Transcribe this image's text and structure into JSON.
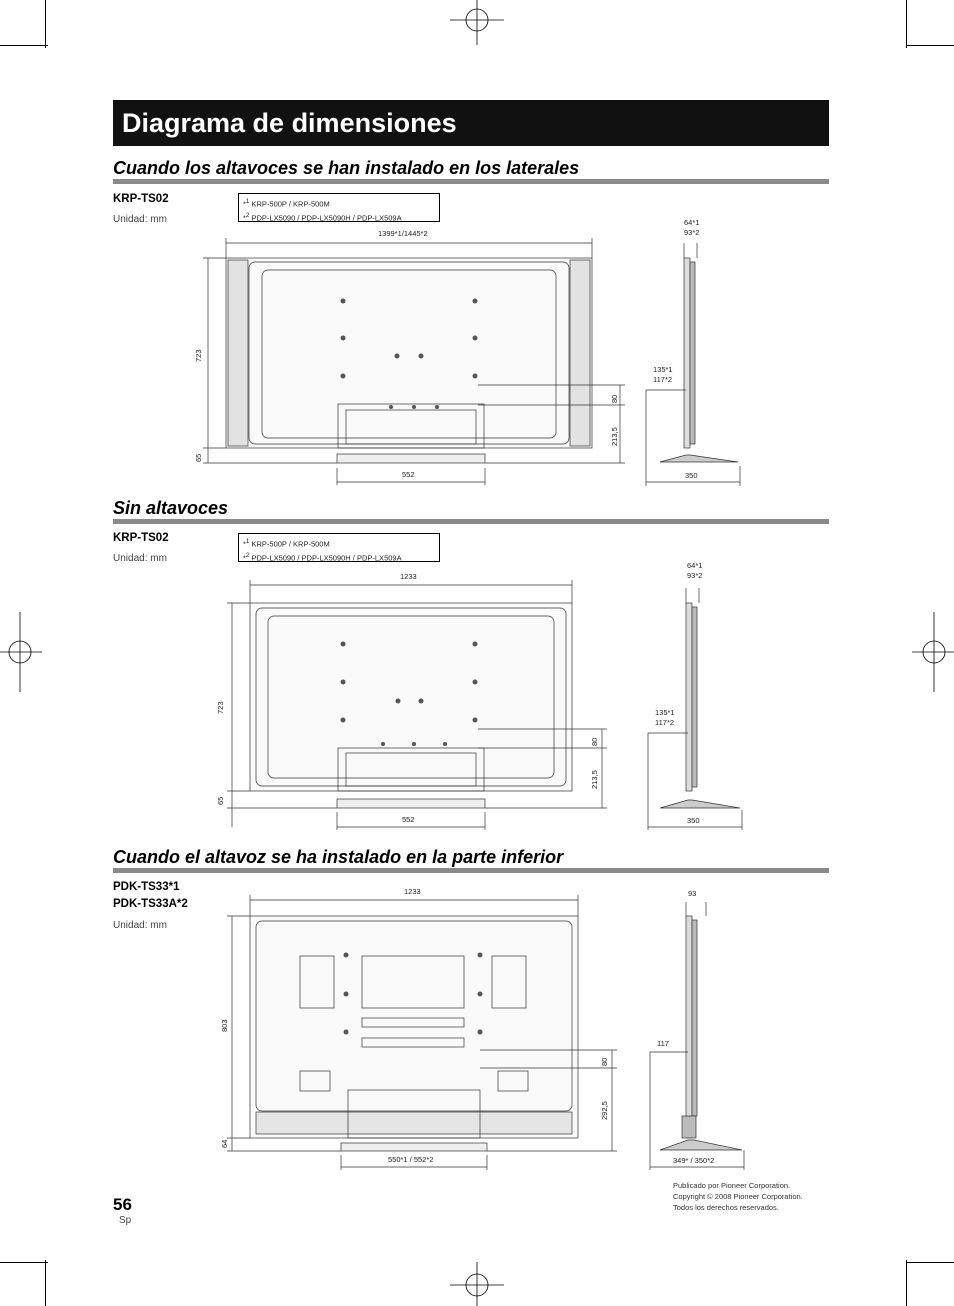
{
  "page_title": "Diagrama de dimensiones",
  "sections": [
    {
      "title": "Cuando los altavoces se han instalado en los laterales",
      "model_lines": [
        "KRP-TS02"
      ],
      "unit": "Unidad: mm",
      "notes": [
        "KRP-500P / KRP-500M",
        "PDP-LX5090 / PDP-LX5090H / PDP-LX509A"
      ],
      "dims": {
        "width": "1399*1/1445*2",
        "height": "723",
        "bottom": "65",
        "stand_width": "552",
        "upper": "80",
        "lower": "213,5",
        "depth_top": "64*1",
        "depth_top_2": "93*2",
        "depth_mid": "135*1",
        "depth_mid_2": "117*2",
        "base": "350"
      }
    },
    {
      "title": "Sin altavoces",
      "model_lines": [
        "KRP-TS02"
      ],
      "unit": "Unidad: mm",
      "notes": [
        "KRP-500P / KRP-500M",
        "PDP-LX5090 / PDP-LX5090H / PDP-LX509A"
      ],
      "dims": {
        "width": "1233",
        "height": "723",
        "bottom": "65",
        "stand_width": "552",
        "upper": "80",
        "lower": "213,5",
        "depth_top": "64*1",
        "depth_top_2": "93*2",
        "depth_mid": "135*1",
        "depth_mid_2": "117*2",
        "base": "350"
      }
    },
    {
      "title": "Cuando el altavoz se ha instalado en la parte inferior",
      "model_lines": [
        "PDK-TS33*1",
        "PDK-TS33A*2"
      ],
      "unit": "Unidad: mm",
      "dims": {
        "width": "1233",
        "height": "803",
        "bottom": "64",
        "stand_width": "550*1 / 552*2",
        "upper": "80",
        "lower": "292,5",
        "depth_top": "93",
        "depth_mid": "117",
        "base": "349* / 350*2"
      }
    }
  ],
  "page_number": "56",
  "language": "Sp",
  "footer": [
    "Publicado por Pioneer Corporation.",
    "Copyright © 2008 Pioneer Corporation.",
    "Todos los derechos reservados."
  ]
}
